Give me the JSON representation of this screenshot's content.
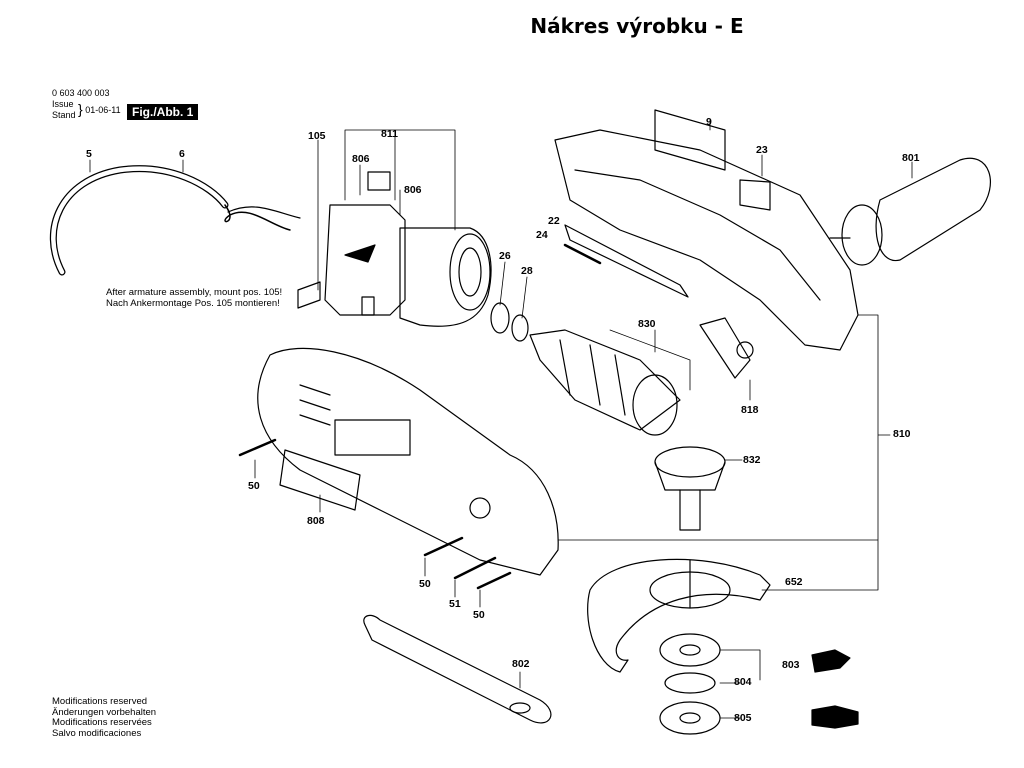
{
  "title": "Nákres výrobku - E",
  "header": {
    "part_number": "0 603 400 003",
    "issue_label": "Issue",
    "stand_label": "Stand",
    "date": "01-06-11",
    "fig_label": "Fig./Abb. 1"
  },
  "note": {
    "en": "After armature assembly, mount pos. 105!",
    "de": "Nach Ankermontage Pos. 105 montieren!"
  },
  "modifications": [
    "Modifications reserved",
    "Änderungen vorbehalten",
    "Modifications reservées",
    "Salvo modificaciones"
  ],
  "labels": {
    "p5": "5",
    "p6": "6",
    "p105": "105",
    "p811": "811",
    "p806a": "806",
    "p806b": "806",
    "p26": "26",
    "p28": "28",
    "p9": "9",
    "p23": "23",
    "p801": "801",
    "p22": "22",
    "p24": "24",
    "p830": "830",
    "p818": "818",
    "p810": "810",
    "p832": "832",
    "p50a": "50",
    "p808": "808",
    "p50b": "50",
    "p51": "51",
    "p50c": "50",
    "p652": "652",
    "p802": "802",
    "p803": "803",
    "p804": "804",
    "p805": "805"
  }
}
